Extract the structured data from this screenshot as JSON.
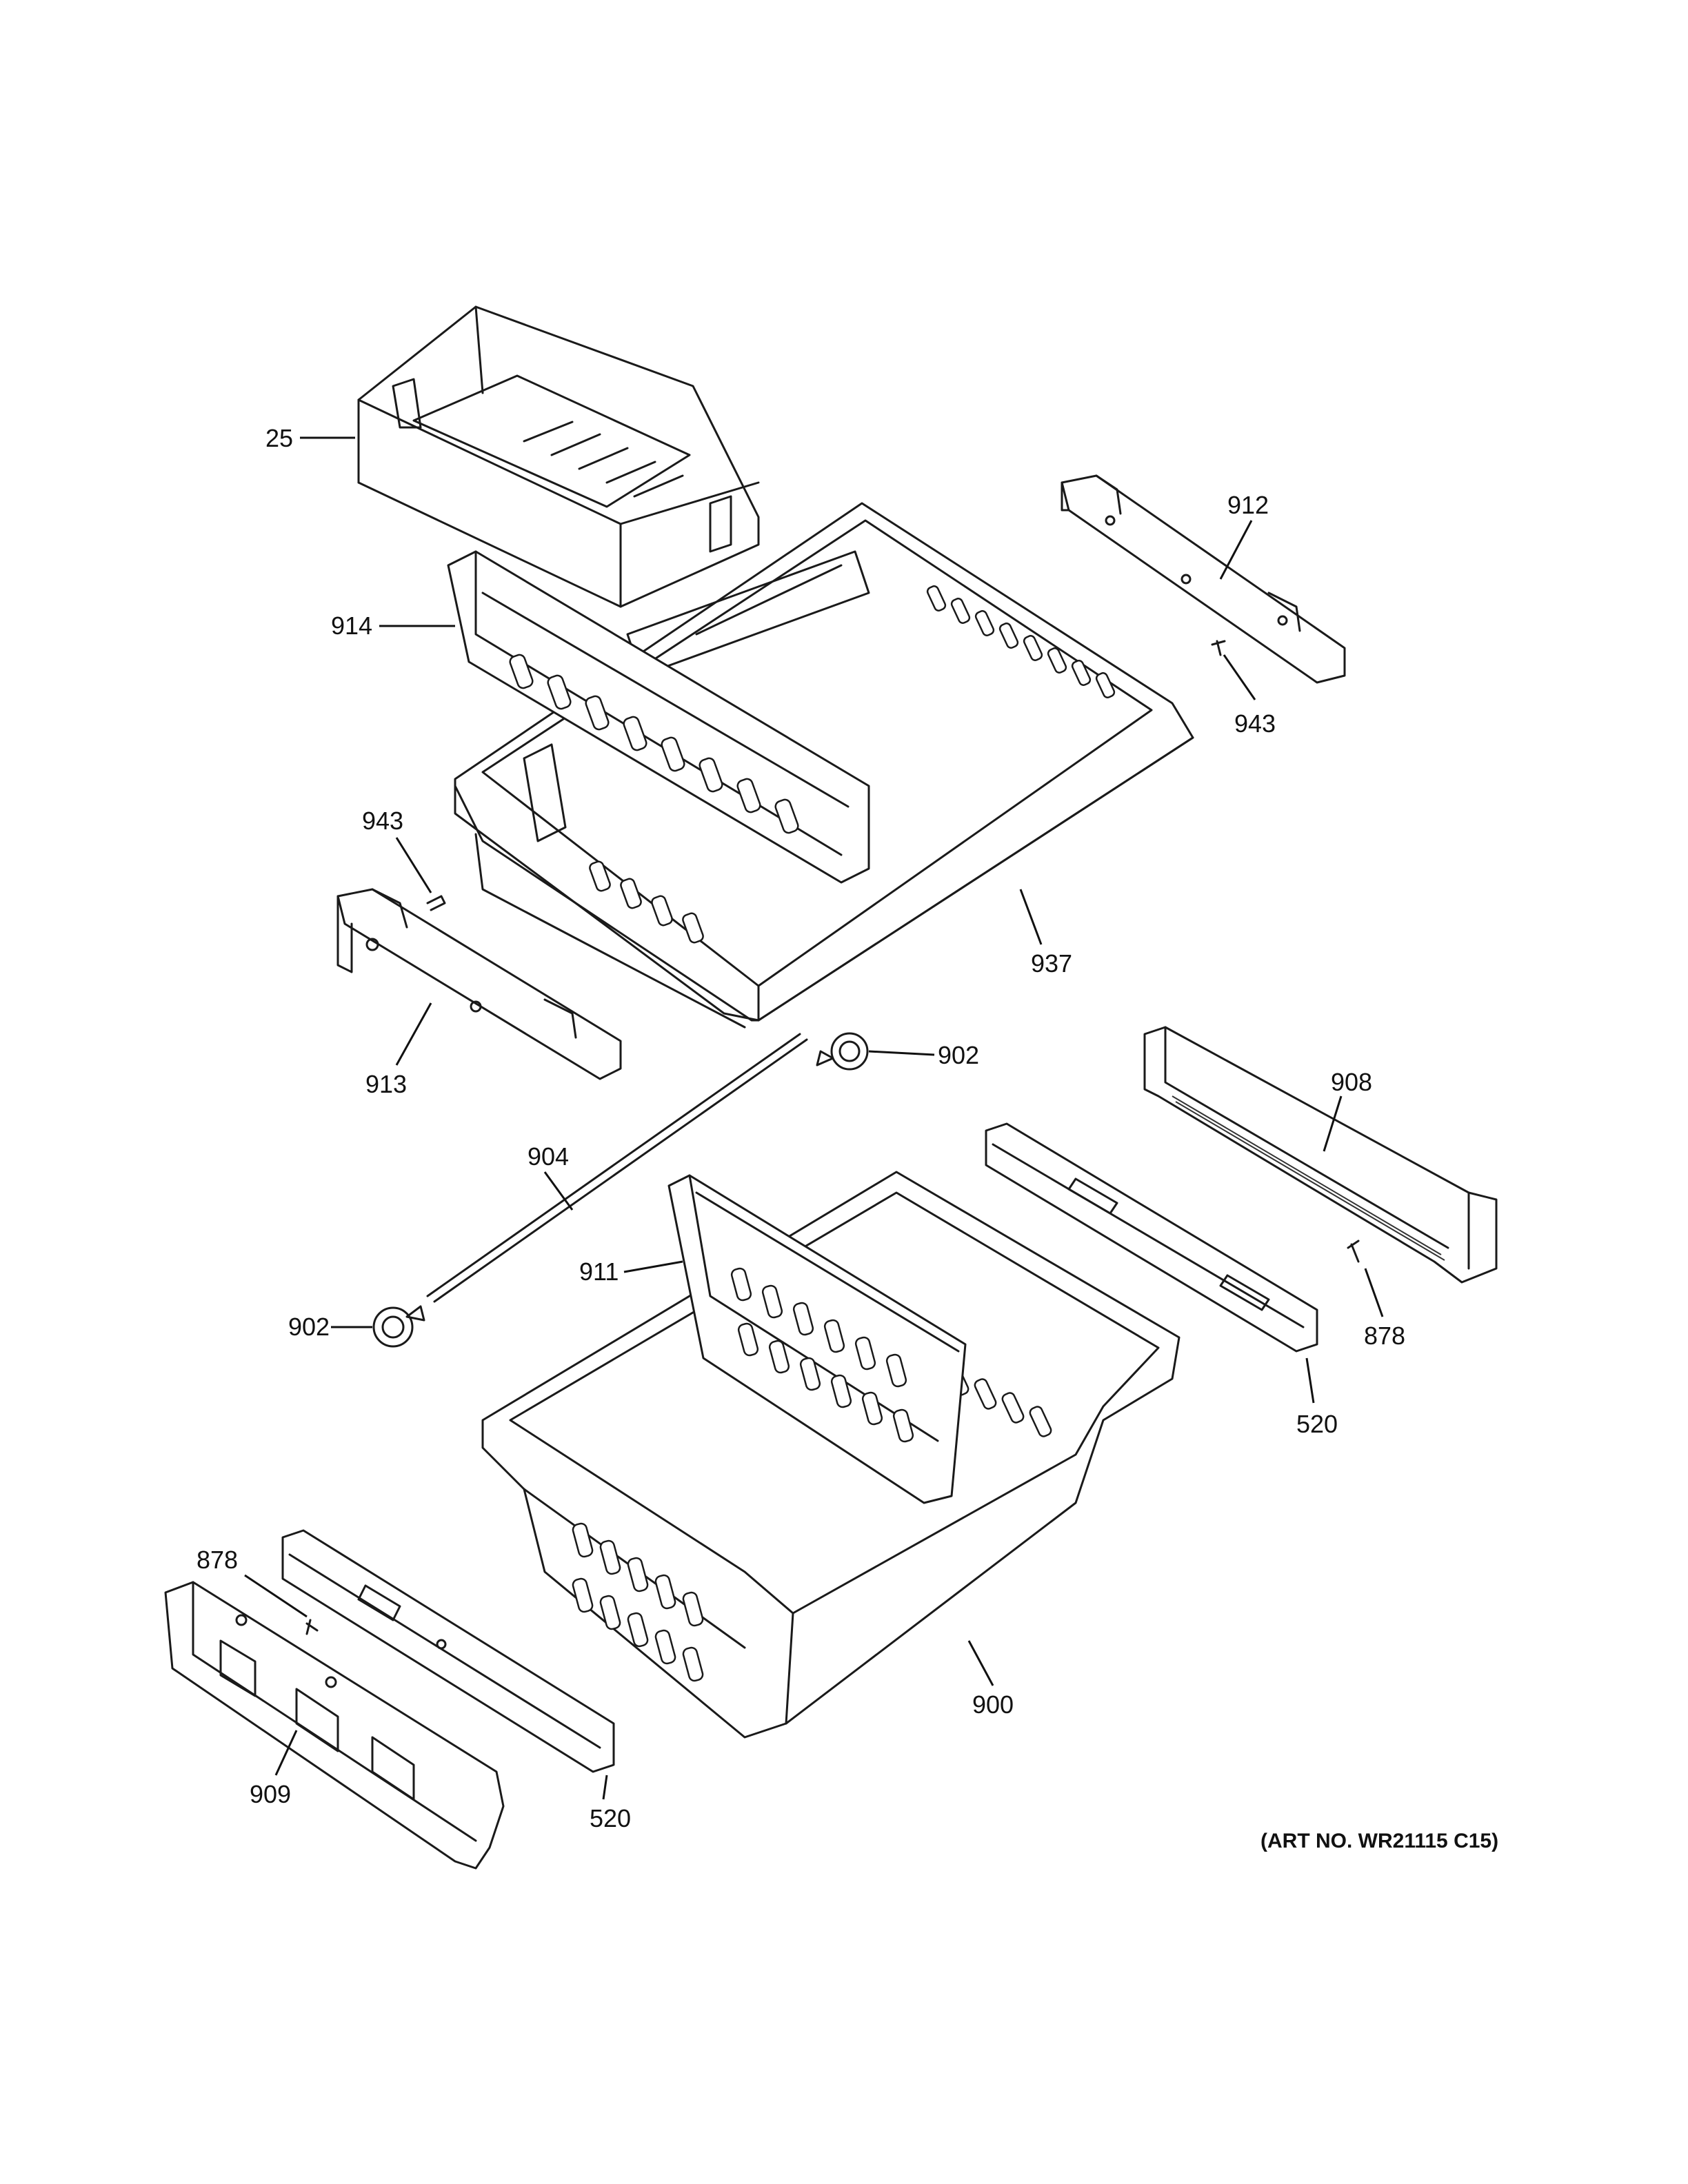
{
  "callouts": {
    "c25": "25",
    "c914": "914",
    "c912": "912",
    "c943a": "943",
    "c943b": "943",
    "c913": "913",
    "c937": "937",
    "c902a": "902",
    "c902b": "902",
    "c908": "908",
    "c904": "904",
    "c911": "911",
    "c878a": "878",
    "c878b": "878",
    "c520a": "520",
    "c520b": "520",
    "c900": "900",
    "c909": "909"
  },
  "art_number": "(ART NO. WR21115 C15)"
}
